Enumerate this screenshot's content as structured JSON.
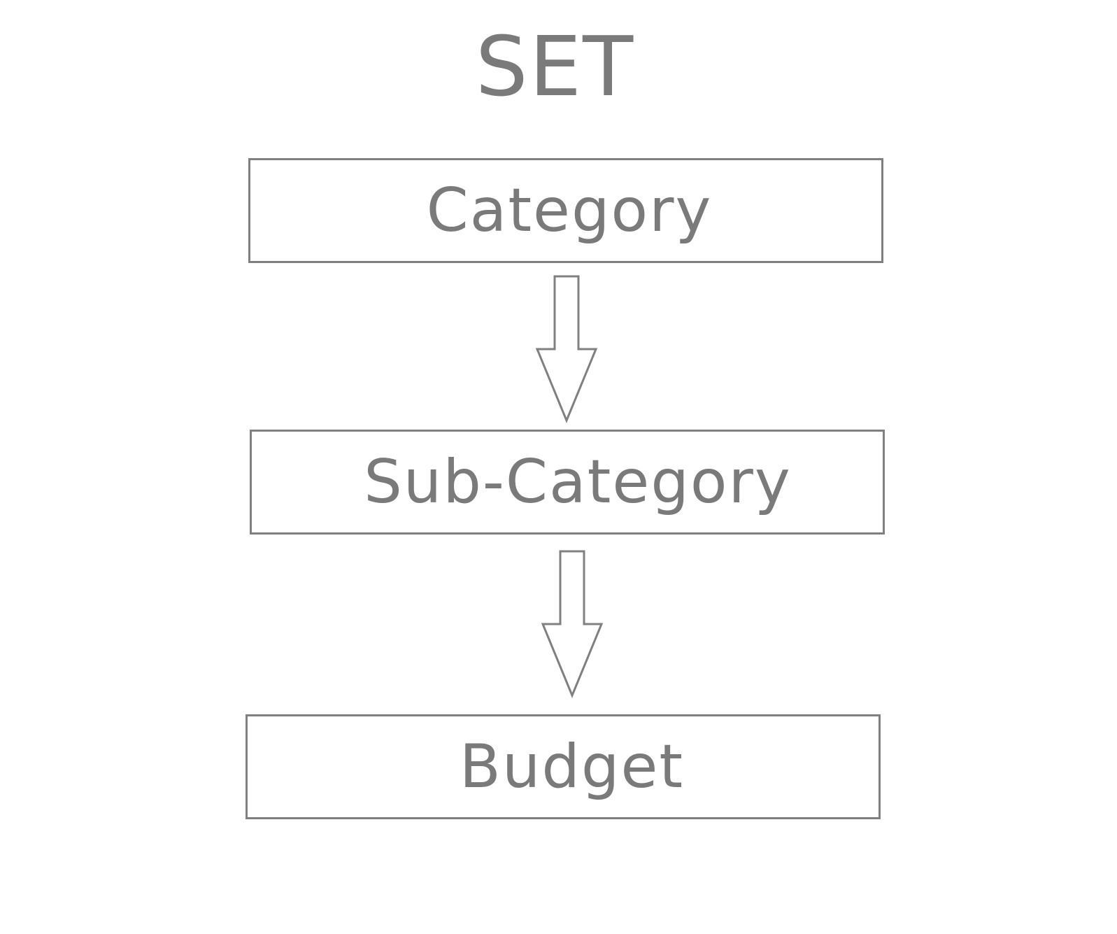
{
  "diagram": {
    "title": "SET",
    "nodes": [
      {
        "id": "category",
        "label": "Category"
      },
      {
        "id": "subcategory",
        "label": "Sub-Category"
      },
      {
        "id": "budget",
        "label": "Budget"
      }
    ],
    "edges": [
      {
        "from": "category",
        "to": "subcategory",
        "icon": "down-arrow-icon"
      },
      {
        "from": "subcategory",
        "to": "budget",
        "icon": "down-arrow-icon"
      }
    ],
    "colors": {
      "text": "#7a7a7a",
      "stroke": "#808080",
      "background": "#ffffff"
    }
  }
}
